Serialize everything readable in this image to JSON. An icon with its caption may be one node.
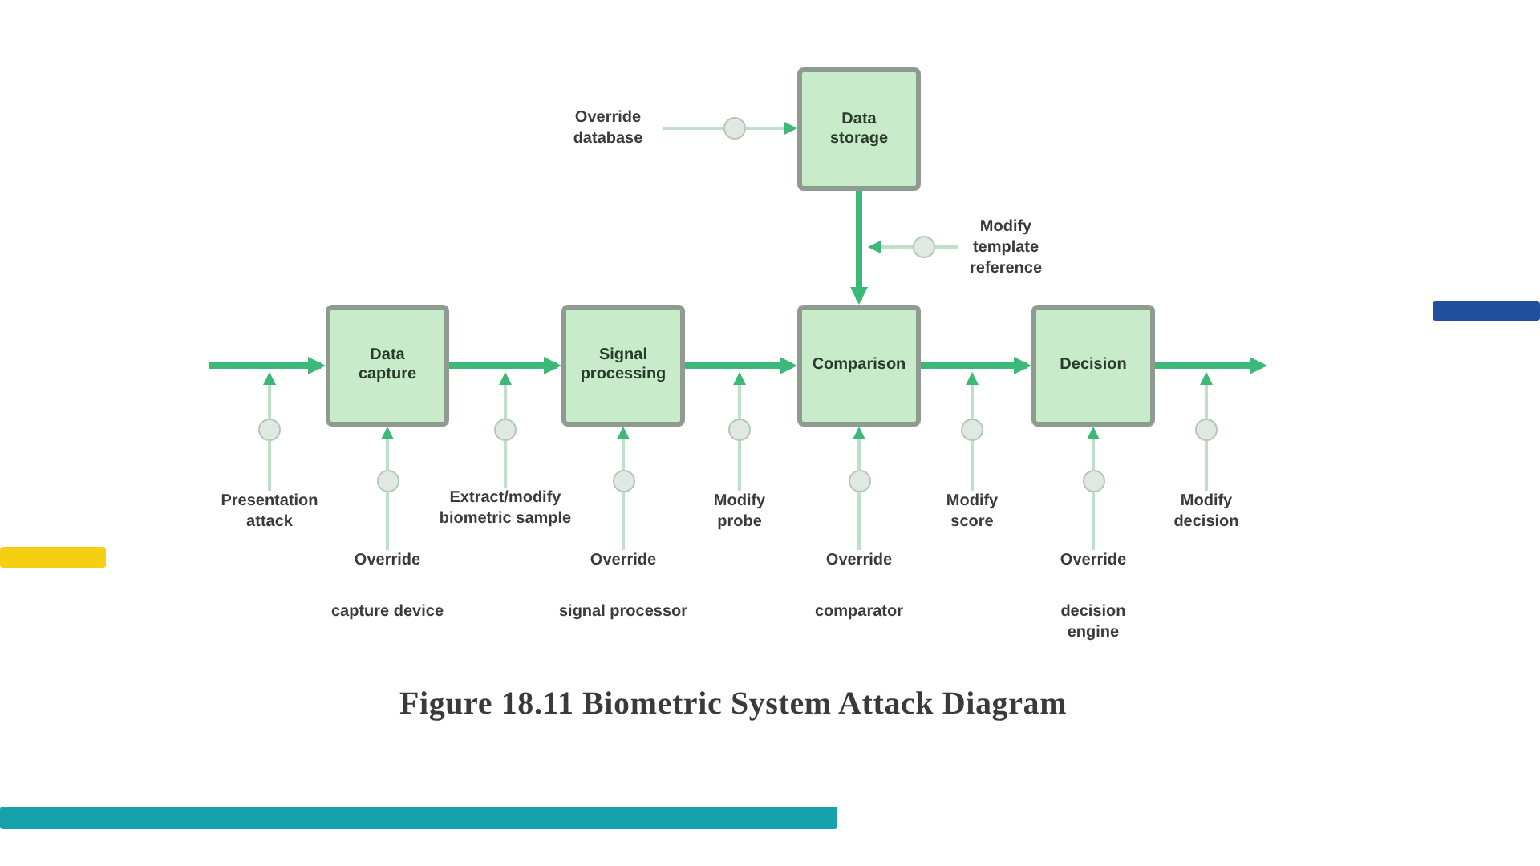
{
  "diagram": {
    "caption": "Figure 18.11 Biometric System Attack Diagram",
    "nodes": [
      {
        "text": [
          "Override database"
        ]
      },
      {
        "text": [],
        "shape": "circle"
      },
      {
        "text": [
          "Data storage"
        ]
      },
      {
        "text": [],
        "shape": "circle"
      },
      {
        "text": [
          "Modify template reference"
        ]
      },
      {
        "text": [
          "Data capture"
        ]
      },
      {
        "text": [
          "Signal processing"
        ]
      },
      {
        "text": [
          "Comparison"
        ]
      },
      {
        "text": [
          "Decision"
        ]
      },
      {
        "text": [],
        "shape": "circle"
      },
      {
        "text": [
          "Presentation attack"
        ]
      },
      {
        "text": [],
        "shape": "circle"
      },
      {
        "text": [
          "Override",
          "capture device"
        ]
      },
      {
        "text": [],
        "shape": "circle"
      },
      {
        "text": [
          "Extract/modify biometric sample"
        ]
      },
      {
        "text": [],
        "shape": "circle"
      },
      {
        "text": [
          "Override",
          "signal processor"
        ]
      },
      {
        "text": [],
        "shape": "circle"
      },
      {
        "text": [
          "Modify probe"
        ]
      },
      {
        "text": [],
        "shape": "circle"
      },
      {
        "text": [
          "Override",
          "comparator"
        ]
      },
      {
        "text": [],
        "shape": "circle"
      },
      {
        "text": [
          "Modify score"
        ]
      },
      {
        "text": [],
        "shape": "circle"
      },
      {
        "text": [
          "Override",
          "decision engine"
        ]
      },
      {
        "text": [],
        "shape": "circle"
      },
      {
        "text": [
          "Modify decision"
        ]
      }
    ],
    "edges": [
      {
        "from": null,
        "to": 5,
        "arrow": "to",
        "style": "thick",
        "color": "#3cb878"
      },
      {
        "from": 5,
        "to": 6,
        "arrow": "to",
        "style": "thick",
        "color": "#3cb878"
      },
      {
        "from": 6,
        "to": 7,
        "arrow": "to",
        "style": "thick",
        "color": "#3cb878"
      },
      {
        "from": 7,
        "to": 8,
        "arrow": "to",
        "style": "thick",
        "color": "#3cb878"
      },
      {
        "from": 8,
        "to": null,
        "arrow": "to",
        "style": "thick",
        "color": "#3cb878"
      },
      {
        "from": 2,
        "to": 7,
        "arrow": "to",
        "style": "thick",
        "color": "#3cb878"
      },
      {
        "from": 0,
        "to": 1,
        "arrow": "none"
      },
      {
        "from": 1,
        "to": 2,
        "arrow": "to"
      },
      {
        "from": 4,
        "to": 3,
        "arrow": "none"
      },
      {
        "from": 3,
        "to": null,
        "arrow": "to"
      },
      {
        "from": 10,
        "to": 9,
        "arrow": "none"
      },
      {
        "from": 9,
        "to": null,
        "arrow": "to"
      },
      {
        "from": 12,
        "to": 11,
        "arrow": "none"
      },
      {
        "from": 11,
        "to": 5,
        "arrow": "to"
      },
      {
        "from": 14,
        "to": 13,
        "arrow": "none"
      },
      {
        "from": 13,
        "to": null,
        "arrow": "to"
      },
      {
        "from": 16,
        "to": 15,
        "arrow": "none"
      },
      {
        "from": 15,
        "to": 6,
        "arrow": "to"
      },
      {
        "from": 18,
        "to": 17,
        "arrow": "none"
      },
      {
        "from": 17,
        "to": null,
        "arrow": "to"
      },
      {
        "from": 20,
        "to": 19,
        "arrow": "none"
      },
      {
        "from": 19,
        "to": 7,
        "arrow": "to"
      },
      {
        "from": 22,
        "to": 21,
        "arrow": "none"
      },
      {
        "from": 21,
        "to": null,
        "arrow": "to"
      },
      {
        "from": 24,
        "to": 23,
        "arrow": "none"
      },
      {
        "from": 23,
        "to": 8,
        "arrow": "to"
      },
      {
        "from": 26,
        "to": 25,
        "arrow": "none"
      },
      {
        "from": 25,
        "to": null,
        "arrow": "to"
      }
    ]
  }
}
